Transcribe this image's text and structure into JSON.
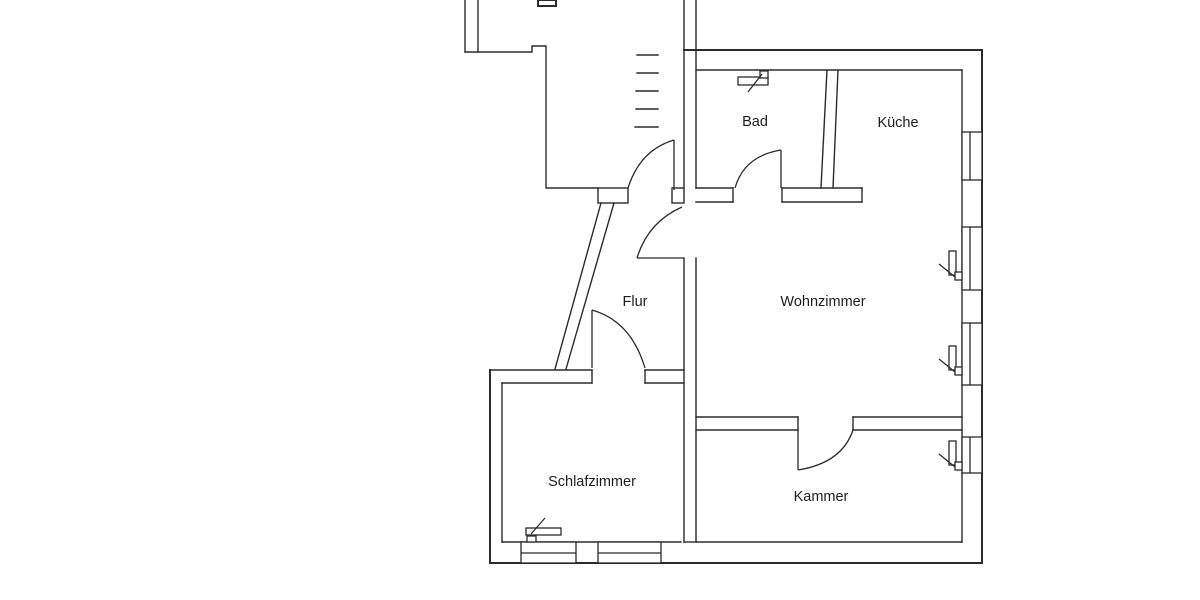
{
  "plan": {
    "type": "apartment-floor-plan",
    "language": "de",
    "colors": {
      "line": "#2b2b2b",
      "background": "#ffffff",
      "label_text": "#1d1d1d"
    },
    "rooms": [
      {
        "id": "bad",
        "label": "Bad"
      },
      {
        "id": "kueche",
        "label": "Küche"
      },
      {
        "id": "flur",
        "label": "Flur"
      },
      {
        "id": "wohnzimmer",
        "label": "Wohnzimmer"
      },
      {
        "id": "schlafzimmer",
        "label": "Schlafzimmer"
      },
      {
        "id": "kammer",
        "label": "Kammer"
      }
    ],
    "features": {
      "doors": [
        {
          "id": "door-entry",
          "between": [
            "stairwell",
            "flur"
          ]
        },
        {
          "id": "door-bad",
          "between": [
            "flur",
            "bad"
          ]
        },
        {
          "id": "door-wohnzimmer",
          "between": [
            "flur",
            "wohnzimmer"
          ]
        },
        {
          "id": "door-schlafzimmer",
          "between": [
            "flur",
            "schlafzimmer"
          ]
        },
        {
          "id": "door-kammer",
          "between": [
            "wohnzimmer",
            "kammer"
          ]
        }
      ],
      "windows": [
        {
          "id": "window-kueche-east"
        },
        {
          "id": "window-wohnzimmer-east-1"
        },
        {
          "id": "window-wohnzimmer-east-2"
        },
        {
          "id": "window-kammer-east"
        },
        {
          "id": "window-schlafzimmer-south-1"
        },
        {
          "id": "window-schlafzimmer-south-2"
        }
      ],
      "stairs": {
        "id": "stairwell",
        "treads": 5
      }
    }
  }
}
